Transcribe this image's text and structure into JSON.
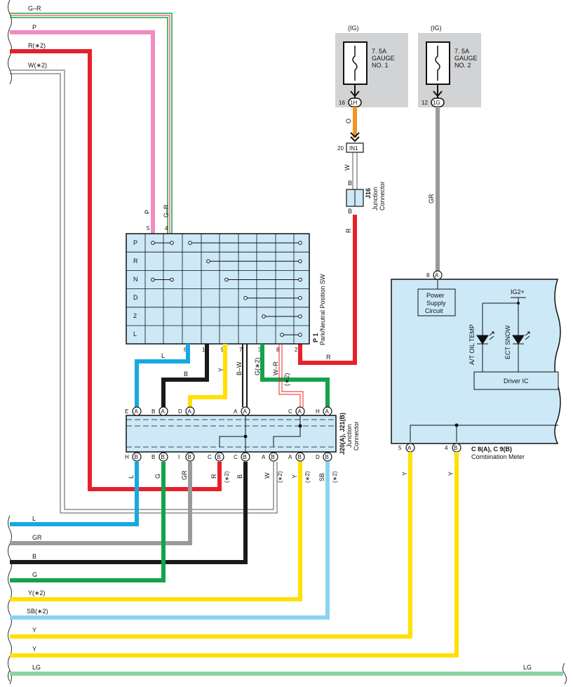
{
  "left_wire_labels": {
    "gr_top": "G–R",
    "p": "P",
    "r2": "R(∗2)",
    "w2": "W(∗2)",
    "l": "L",
    "gr": "GR",
    "b": "B",
    "g": "G",
    "y2": "Y(∗2)",
    "sb2": "SB(∗2)",
    "y_a": "Y",
    "y_b": "Y",
    "lg": "LG",
    "lg_right": "LG"
  },
  "fuse1": {
    "ig": "(IG)",
    "rating": "7. 5A",
    "name1": "GAUGE",
    "name2": "NO. 1",
    "pin": "16",
    "conn": "1H"
  },
  "fuse2": {
    "ig": "(IG)",
    "rating": "7. 5A",
    "name1": "GAUGE",
    "name2": "NO. 2",
    "pin": "12",
    "conn": "1G"
  },
  "in1": {
    "pin": "20",
    "label": "IN1"
  },
  "wire_colors": {
    "o": "O",
    "w": "W",
    "b": "B",
    "r": "R",
    "gr": "GR"
  },
  "j16": {
    "code": "J16",
    "name1": "Junction",
    "name2": "Connector",
    "pin": "B"
  },
  "switch": {
    "code": "P 1",
    "name": "Park/Neutral Position SW",
    "positions": [
      "P",
      "R",
      "N",
      "D",
      "2",
      "L"
    ],
    "top_pins": [
      "5",
      "4"
    ],
    "top_wires": [
      "P",
      "G–R"
    ],
    "bottom_pins": [
      "6",
      "1",
      "9",
      "7",
      "3",
      "8",
      "2"
    ],
    "bottom_wires": [
      "L",
      "B",
      "Y",
      "B–W",
      "G(∗2)",
      "W–R",
      "(∗2)",
      "R"
    ]
  },
  "junction": {
    "code": "J20(A), J21(B)",
    "name1": "Junction",
    "name2": "Connector",
    "top_letters": [
      "E",
      "B",
      "D",
      "A",
      "C",
      "H"
    ],
    "top_marks": [
      "A",
      "A",
      "A",
      "A",
      "A",
      "A"
    ],
    "bottom_letters": [
      "H",
      "B",
      "I",
      "C",
      "C",
      "A",
      "A",
      "D"
    ],
    "bottom_marks": [
      "B",
      "B",
      "B",
      "B",
      "B",
      "B",
      "B",
      "B"
    ],
    "bottom_wires": [
      "L",
      "G",
      "GR",
      "R",
      "B",
      "W",
      "Y",
      "SB"
    ],
    "star_notes": [
      "(∗2)",
      "(∗2)",
      "(∗2)",
      "(∗2)"
    ]
  },
  "meter": {
    "code": "C 8(A), C 9(B)",
    "name": "Combination Meter",
    "power_circuit": [
      "Power",
      "Supply",
      "Circuit"
    ],
    "ig2": "IG2+",
    "led1": "A/T OIL TEMP",
    "led2": "ECT SNOW",
    "driver": "Driver IC",
    "top_pin": "8",
    "top_mark": "A",
    "bottom_pins": [
      "5",
      "4"
    ],
    "bottom_marks": [
      "A",
      "B"
    ],
    "bottom_wires": [
      "Y",
      "Y"
    ]
  },
  "colors": {
    "red": "#e8202a",
    "pink": "#f08cc0",
    "green": "#15a24a",
    "blue": "#18a8e0",
    "black": "#1a1a1a",
    "yellow": "#ffe000",
    "gray": "#9a9a9a",
    "lightblue": "#8dd3f1",
    "lg": "#8fd1a4",
    "orange": "#f4931f",
    "panel": "#cde9f7",
    "fusebg": "#d2d3d5"
  }
}
